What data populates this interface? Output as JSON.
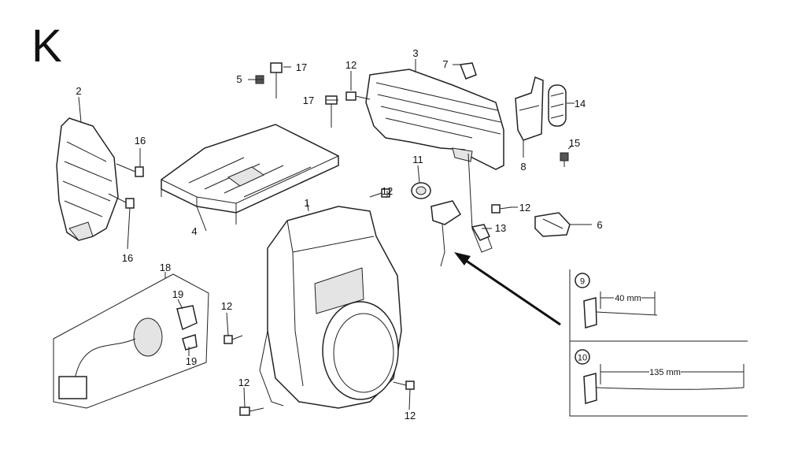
{
  "section_letter": "K",
  "callouts": {
    "c1": "1",
    "c2": "2",
    "c3": "3",
    "c4": "4",
    "c5": "5",
    "c6": "6",
    "c7": "7",
    "c8": "8",
    "c11": "11",
    "c12a": "12",
    "c12b": "12",
    "c12c": "12",
    "c12d": "12",
    "c12e": "12",
    "c12f": "12",
    "c13": "13",
    "c14": "14",
    "c15": "15",
    "c16a": "16",
    "c16b": "16",
    "c17a": "17",
    "c17b": "17",
    "c18": "18",
    "c19a": "19",
    "c19b": "19"
  },
  "inset_9": {
    "number": "9",
    "dimension": "40 mm"
  },
  "inset_10": {
    "number": "10",
    "dimension": "135 mm"
  }
}
